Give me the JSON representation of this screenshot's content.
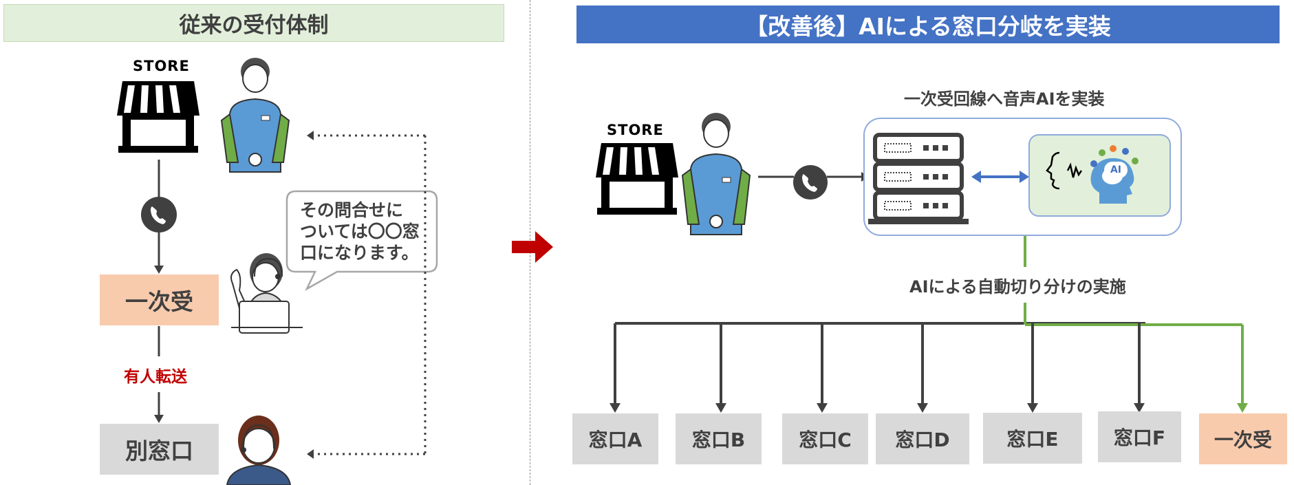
{
  "left": {
    "title": "従来の受付体制",
    "store_label": "STORE",
    "first_reception": "一次受",
    "transfer_label": "有人転送",
    "other_window": "別窓口",
    "bubble_lines": [
      "その問合せに",
      "ついては〇〇窓",
      "口になります。"
    ]
  },
  "right": {
    "title": "【改善後】AIによる窓口分岐を実装",
    "store_label": "STORE",
    "voice_ai_label": "一次受回線へ音声AIを実装",
    "ai_badge": "AI",
    "auto_split_label": "AIによる自動切り分けの実施",
    "windows": [
      "窓口A",
      "窓口B",
      "窓口C",
      "窓口D",
      "窓口E",
      "窓口F",
      "一次受"
    ]
  },
  "colors": {
    "header_left_bg": "#e2efda",
    "header_right_bg": "#4472c4",
    "peach": "#f8cbad",
    "grey": "#d9d9d9",
    "red_text": "#c00000",
    "arrow_red": "#c00000",
    "green_line": "#70ad47",
    "blue_arrow": "#4472c4"
  }
}
